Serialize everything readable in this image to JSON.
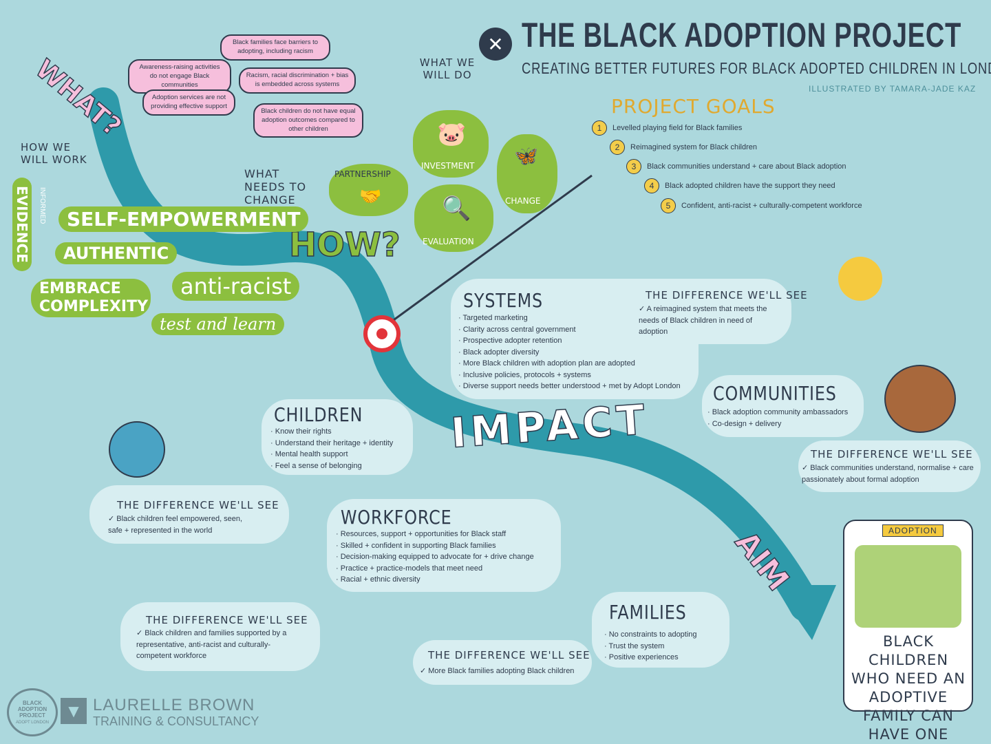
{
  "header": {
    "title": "THE BLACK ADOPTION PROJECT",
    "subtitle": "CREATING BETTER FUTURES FOR BLACK ADOPTED CHILDREN IN LONDON",
    "credit": "ILLUSTRATED BY TAMARA-JADE KAZ",
    "close_label": "✕"
  },
  "goals": {
    "heading": "PROJECT GOALS",
    "items": [
      {
        "n": "1",
        "text": "Levelled playing field for Black families"
      },
      {
        "n": "2",
        "text": "Reimagined system for Black children"
      },
      {
        "n": "3",
        "text": "Black communities understand + care about Black adoption"
      },
      {
        "n": "4",
        "text": "Black adopted children have the support they need"
      },
      {
        "n": "5",
        "text": "Confident, anti-racist + culturally-competent workforce"
      }
    ]
  },
  "what": {
    "label": "WHAT?",
    "needs_label": "WHAT NEEDS TO CHANGE",
    "bubbles": [
      "Black families face barriers to adopting, including racism",
      "Awareness-raising activities do not engage Black communities",
      "Racism, racial discrimination + bias is embedded across systems",
      "Adoption services are not providing effective support",
      "Black children do not have equal adoption outcomes compared to other children"
    ]
  },
  "how": {
    "label": "HOW?",
    "how_we_work": "HOW WE WILL WORK",
    "principles": [
      "EVIDENCE",
      "INFORMED",
      "SELF-EMPOWERMENT",
      "AUTHENTIC",
      "anti-racist",
      "EMBRACE COMPLEXITY",
      "test and learn"
    ]
  },
  "will_do": {
    "label": "WHAT WE WILL DO",
    "items": [
      "INVESTMENT",
      "PARTNERSHIP",
      "CHANGE",
      "EVALUATION"
    ]
  },
  "impact_label": "IMPACT",
  "aim_label": "AIM",
  "systems": {
    "heading": "SYSTEMS",
    "items": [
      "Targeted marketing",
      "Clarity across central government",
      "Prospective adopter retention",
      "Black adopter diversity",
      "More Black children with adoption plan are adopted",
      "Inclusive policies, protocols + systems",
      "Diverse support needs better understood + met by Adopt London"
    ],
    "diff_heading": "THE DIFFERENCE WE'LL SEE",
    "diff_text": "✓ A reimagined system that meets the needs of Black children in need of adoption"
  },
  "communities": {
    "heading": "COMMUNITIES",
    "items": [
      "Black adoption community ambassadors",
      "Co-design + delivery"
    ],
    "diff_heading": "THE DIFFERENCE WE'LL SEE",
    "diff_text": "✓ Black communities understand, normalise + care passionately about formal adoption"
  },
  "children": {
    "heading": "CHILDREN",
    "items": [
      "Know their rights",
      "Understand their heritage + identity",
      "Mental health support",
      "Feel a sense of belonging"
    ],
    "diff_heading": "THE DIFFERENCE WE'LL SEE",
    "diff_text": "✓ Black children feel empowered, seen, safe + represented in the world"
  },
  "workforce": {
    "heading": "WORKFORCE",
    "items": [
      "Resources, support + opportunities for Black staff",
      "Skilled + confident in supporting Black families",
      "Decision-making equipped to advocate for + drive change",
      "Practice + practice-models that meet need",
      "Racial + ethnic diversity"
    ],
    "diff_heading": "THE DIFFERENCE WE'LL SEE",
    "diff_text": "✓ Black children and families supported by a representative, anti-racist and culturally-competent workforce"
  },
  "families": {
    "heading": "FAMILIES",
    "items": [
      "No constraints to adopting",
      "Trust the system",
      "Positive experiences"
    ],
    "diff_heading": "THE DIFFERENCE WE'LL SEE",
    "diff_text": "✓ More Black families adopting Black children"
  },
  "aim": {
    "banner": "ADOPTION",
    "text": "BLACK CHILDREN WHO NEED AN ADOPTIVE FAMILY CAN HAVE ONE"
  },
  "footer": {
    "badge_text": "BLACK ADOPTION PROJECT",
    "badge_inner": "ADOPT LONDON",
    "brand_name": "LAURELLE BROWN",
    "brand_sub": "TRAINING & CONSULTANCY"
  }
}
